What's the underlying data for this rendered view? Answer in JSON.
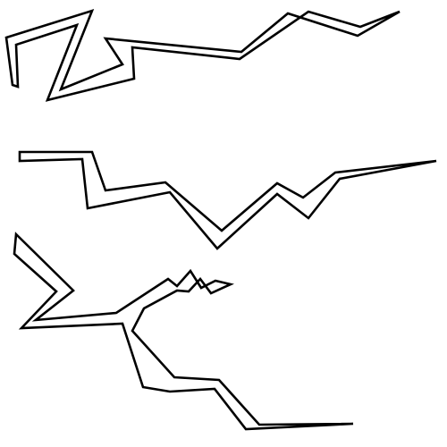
{
  "colors": {
    "background": "#ffffff",
    "line": "#000000"
  },
  "drawing": {
    "bolts": [
      {
        "name": "lightning-bolt-top"
      },
      {
        "name": "lightning-bolt-middle"
      },
      {
        "name": "lightning-bolt-bottom"
      }
    ]
  }
}
